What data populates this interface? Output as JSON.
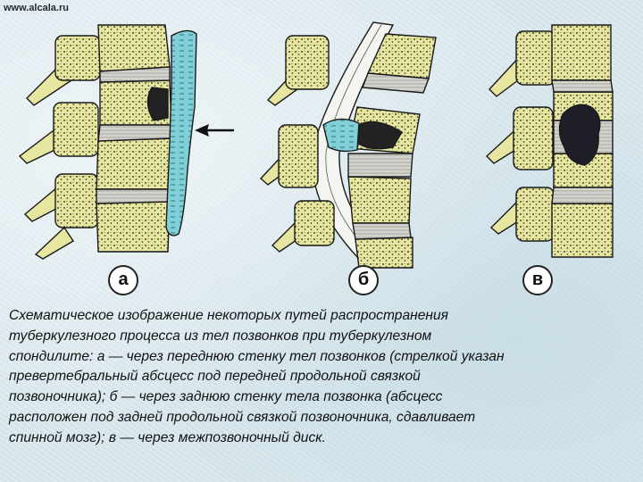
{
  "watermark": "www.alcala.ru",
  "panels": [
    {
      "label": "а"
    },
    {
      "label": "б"
    },
    {
      "label": "в"
    }
  ],
  "caption": "Схематическое изображение некоторых путей распространения\nтуберкулезного процесса из тел позвонков при туберкулезном\nспондилите: а — через переднюю стенку тел позвонков (стрелкой указан\nпревертебральный абсцесс под передней продольной связкой\nпозвоночника); б — через заднюю стенку тела позвонка (абсцесс\nрасположен под задней продольной связкой позвоночника, сдавливает\nспинной мозг); в — через межпозвоночный диск.",
  "colors": {
    "bone": "#e6e6a0",
    "bone_dot": "#4a4a2a",
    "disc": "#cfcfcf",
    "abscess": "#7fd0d8",
    "outline": "#1a1a1a"
  }
}
